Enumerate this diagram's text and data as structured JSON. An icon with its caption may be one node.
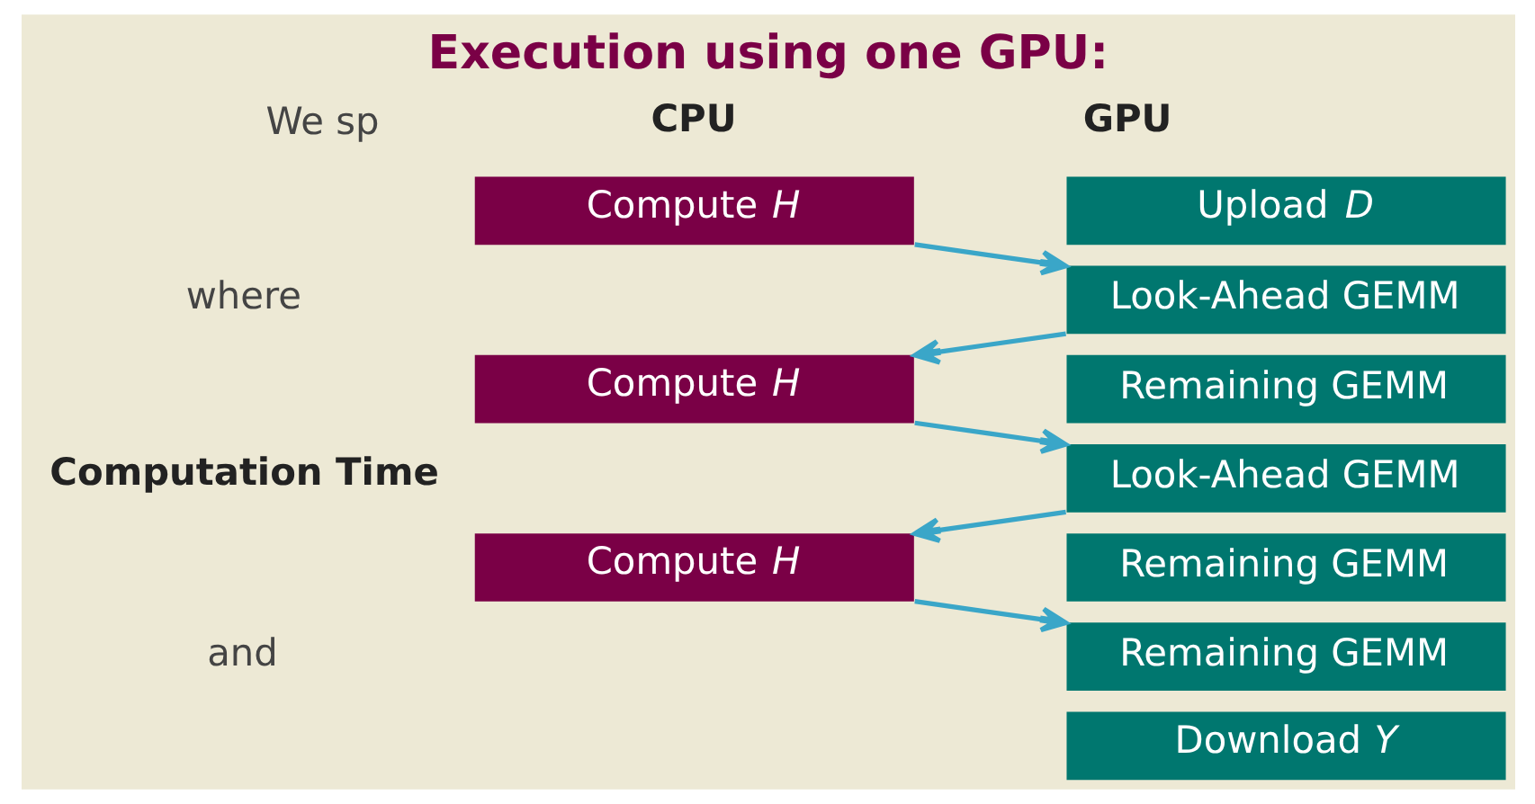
{
  "diagram": {
    "title": "Execution using one GPU:",
    "nodes": [
      {
        "text": [
          "Compute *H*"
        ]
      },
      {
        "text": [
          "Upload *D*"
        ]
      },
      {
        "text": [
          "Look-Ahead GEMM"
        ]
      },
      {
        "text": [
          "Compute *H*"
        ]
      },
      {
        "text": [
          "Remaining GEMM"
        ]
      },
      {
        "text": [
          "Look-Ahead GEMM"
        ]
      },
      {
        "text": [
          "Compute *H*"
        ]
      },
      {
        "text": [
          "Remaining GEMM"
        ]
      },
      {
        "text": [
          "Remaining GEMM"
        ]
      },
      {
        "text": [
          "Download *Y*"
        ]
      }
    ],
    "edges": [
      {
        "from": 0,
        "to": 2,
        "arrow": "to"
      },
      {
        "from": 2,
        "to": 3,
        "arrow": "to"
      },
      {
        "from": 3,
        "to": 5,
        "arrow": "to"
      },
      {
        "from": 5,
        "to": 6,
        "arrow": "to"
      },
      {
        "from": 6,
        "to": 8,
        "arrow": "to"
      }
    ],
    "labels": [
      "We sp",
      "CPU",
      "GPU",
      "where",
      "Computation Time",
      "and"
    ]
  }
}
